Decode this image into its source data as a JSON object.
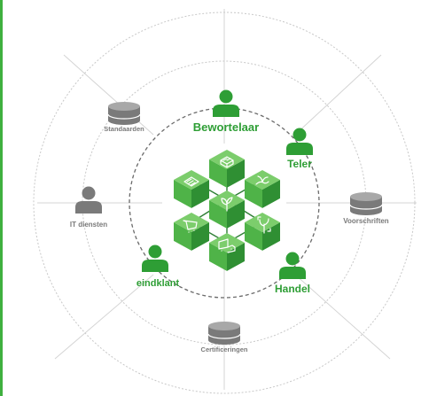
{
  "colors": {
    "green": "#2e9e35",
    "green_cube_light": "#7ccd6c",
    "green_cube_mid": "#4fb348",
    "green_cube_dark": "#2f8f33",
    "grey": "#7a7a7a",
    "line": "#d4d4d4",
    "ring_dark": "#666666"
  },
  "actors": [
    {
      "id": "bewortelaar",
      "label": "Bewortelaar",
      "kind": "person",
      "color": "green"
    },
    {
      "id": "teler",
      "label": "Teler",
      "kind": "person",
      "color": "green"
    },
    {
      "id": "handel",
      "label": "Handel",
      "kind": "person",
      "color": "green"
    },
    {
      "id": "eindklant",
      "label": "eindklant",
      "kind": "person",
      "color": "green"
    },
    {
      "id": "it-diensten",
      "label": "IT diensten",
      "kind": "person",
      "color": "grey"
    },
    {
      "id": "standaarden",
      "label": "Standaarden",
      "kind": "database",
      "color": "grey"
    },
    {
      "id": "voorschriften",
      "label": "Voorschriften",
      "kind": "database",
      "color": "grey"
    },
    {
      "id": "certificeringen",
      "label": "Certificeringen",
      "kind": "database",
      "color": "grey"
    }
  ],
  "cubes": [
    {
      "id": "top",
      "icon": "pallet-icon"
    },
    {
      "id": "upper-left",
      "icon": "invoice-icon"
    },
    {
      "id": "upper-right",
      "icon": "plant-hand-icon"
    },
    {
      "id": "center",
      "icon": "seedling-icon"
    },
    {
      "id": "lower-left",
      "icon": "cart-icon"
    },
    {
      "id": "lower-right",
      "icon": "plant-scan-icon"
    },
    {
      "id": "bottom",
      "icon": "truck-icon"
    }
  ]
}
